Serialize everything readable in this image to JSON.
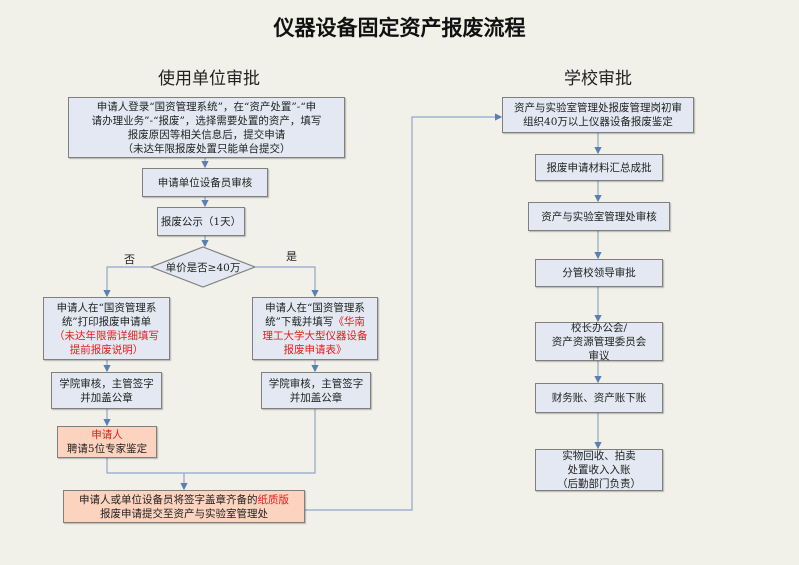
{
  "title": "仪器设备固定资产报废流程",
  "sections": {
    "left": "使用单位审批",
    "right": "学校审批"
  },
  "left_flow": {
    "submit": [
      "申请人登录“国资管理系统”，在“资产处置”-“申",
      "请办理业务”-“报废”，选择需要处置的资产，填写",
      "报废原因等相关信息后，提交申请",
      "（未达年限报废处置只能单台提交）"
    ],
    "unit_review": "申请单位设备员审核",
    "publicity": "报废公示（1天）",
    "decision": "单价是否≥40万",
    "no_label": "否",
    "yes_label": "是",
    "no_branch": {
      "print": [
        "申请人在“国资管理系",
        "统”打印报废申请单"
      ],
      "print_note": [
        "（未达年限需详细填写",
        "提前报废说明）"
      ],
      "college_review": [
        "学院审核，主管签字",
        "并加盖公章"
      ],
      "expert_applicant": "申请人",
      "expert": "聘请5位专家鉴定"
    },
    "yes_branch": {
      "download": [
        "申请人在“国资管理系",
        "统”下载并填写"
      ],
      "form_name": [
        "《华南",
        "理工大学大型仪器设备",
        "报废申请表》"
      ],
      "college_review": [
        "学院审核，主管签字",
        "并加盖公章"
      ]
    },
    "submit_paper": {
      "part1": "申请人或单位设备员将签字盖章齐备的",
      "highlight": "纸质版",
      "part2": "报废申请提交至资产与实验室管理处"
    }
  },
  "right_flow": {
    "initial_review": [
      "资产与实验室管理处报废管理岗初审",
      "组织40万以上仪器设备报废鉴定"
    ],
    "batch": "报废申请材料汇总成批",
    "office_review": "资产与实验室管理处审核",
    "leader_approval": "分管校领导审批",
    "meeting": [
      "校长办公会/",
      "资产资源管理委员会",
      "审议"
    ],
    "write_off": "财务账、资产账下账",
    "recycle": [
      "实物回收、拍卖",
      "处置收入入账",
      "（后勤部门负责）"
    ]
  },
  "colors": {
    "box_blue": "#e3e8f2",
    "box_orange": "#fbd3bf",
    "highlight_red": "#e0201c",
    "line": "#7f9cc0"
  }
}
